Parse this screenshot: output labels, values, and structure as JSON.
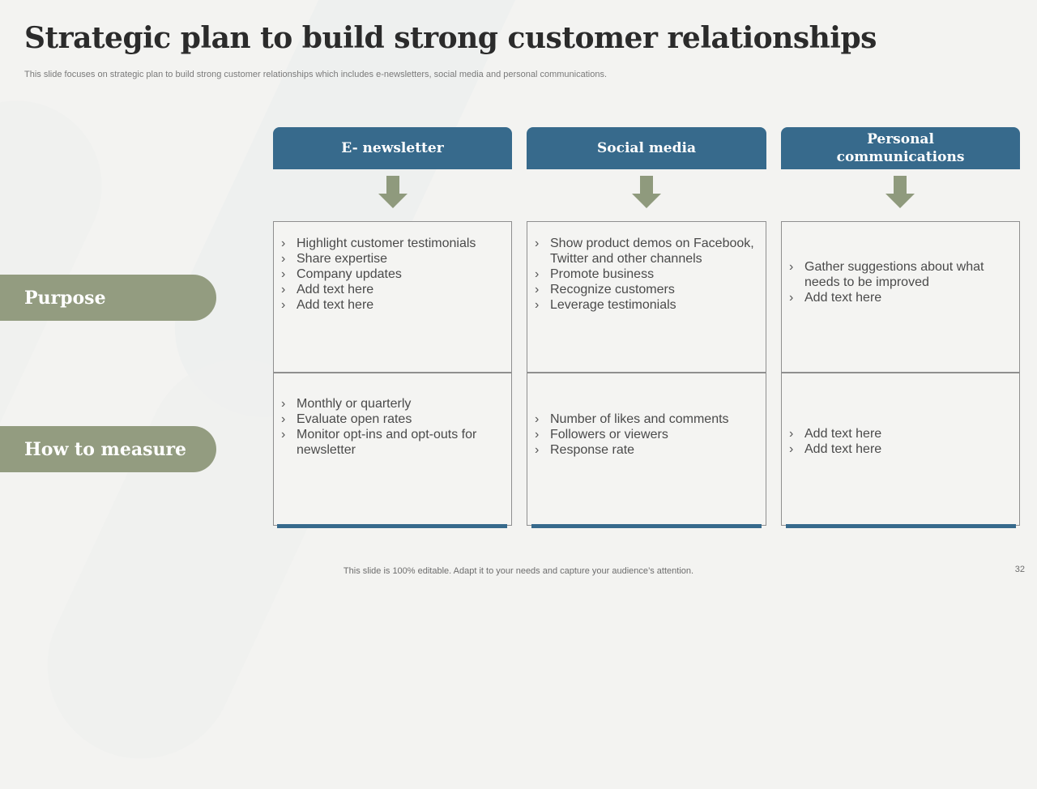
{
  "slide": {
    "title": "Strategic plan to build strong customer relationships",
    "subtitle": "This slide focuses on strategic plan to build strong customer relationships which includes e-newsletters, social media and personal communications.",
    "footer_note": "This slide is 100% editable. Adapt it to your needs and capture your audience’s attention.",
    "page_number": "32"
  },
  "rows": {
    "purpose_label": "Purpose",
    "measure_label": "How to measure"
  },
  "columns": [
    {
      "header": "E- newsletter",
      "purpose": [
        "Highlight customer testimonials",
        "Share expertise",
        "Company updates",
        "Add text here",
        "Add text here"
      ],
      "measure": [
        "Monthly  or quarterly",
        "Evaluate open rates",
        "Monitor opt-ins and opt-outs for newsletter"
      ]
    },
    {
      "header": "Social media",
      "purpose": [
        "Show product demos on Facebook, Twitter and other channels",
        "Promote business",
        "Recognize customers",
        "Leverage testimonials"
      ],
      "measure": [
        "Number of likes and comments",
        "Followers or viewers",
        "Response rate"
      ]
    },
    {
      "header_line1": "Personal",
      "header_line2": "communications",
      "purpose": [
        "Gather suggestions about what needs to be improved",
        "Add text here"
      ],
      "measure": [
        "Add text here",
        "Add text here"
      ]
    }
  ],
  "colors": {
    "header_blue": "#376a8c",
    "arrow_green": "#8f9a7d",
    "pill_green": "#939c80"
  },
  "icons": {
    "arrow": "arrow-down-icon"
  }
}
